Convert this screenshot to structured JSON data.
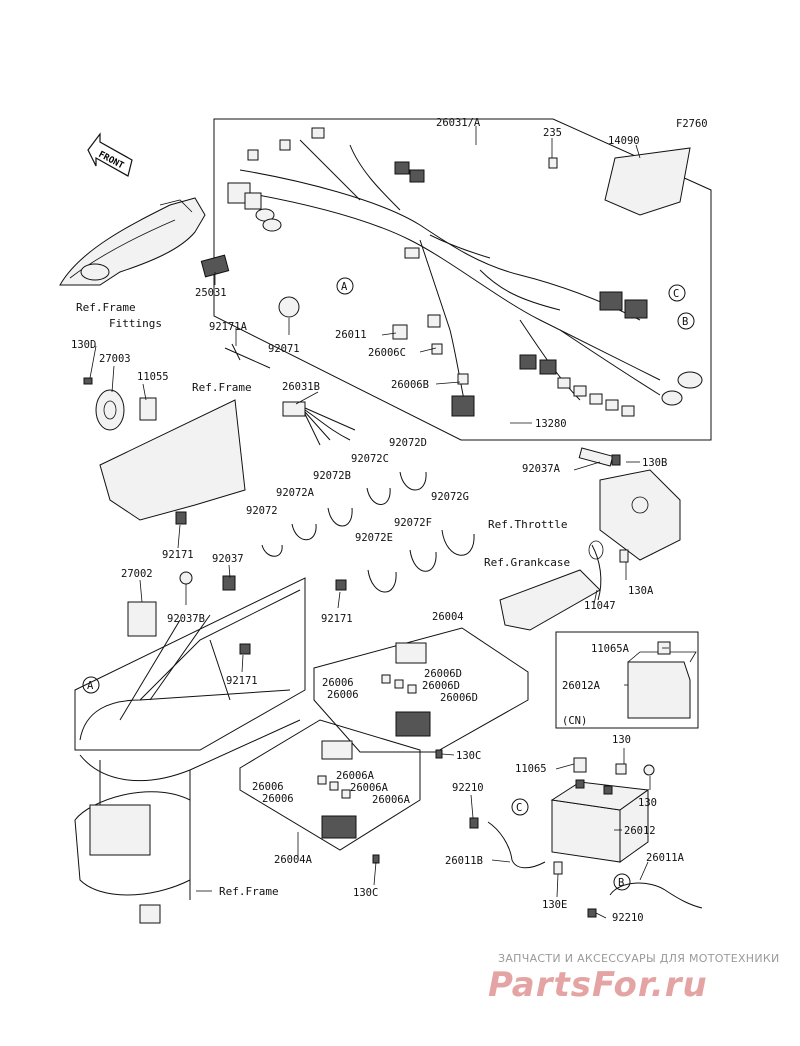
{
  "diagram_code": "F2760",
  "front_label": "FRONT",
  "parts": {
    "p26031A": "26031/A",
    "p235": "235",
    "p14090": "14090",
    "p25031": "25031",
    "p92171A": "92171A",
    "p92071": "92071",
    "p26011": "26011",
    "p26006C": "26006C",
    "p26006B": "26006B",
    "p13280": "13280",
    "p130D": "130D",
    "p27003": "27003",
    "p11055": "11055",
    "p26031B": "26031B",
    "p92072D": "92072D",
    "p92072C": "92072C",
    "p92072B": "92072B",
    "p92072A": "92072A",
    "p92072G": "92072G",
    "p92072": "92072",
    "p92072F": "92072F",
    "p92072E": "92072E",
    "p92037A": "92037A",
    "p130B": "130B",
    "p92171": "92171",
    "p92037": "92037",
    "p27002": "27002",
    "p92037B": "92037B",
    "p92171b": "92171",
    "p92171c": "92171",
    "p130A": "130A",
    "p11047": "11047",
    "p26004": "26004",
    "p26006a": "26006",
    "p26006b": "26006",
    "p26006Da": "26006D",
    "p26006Db": "26006D",
    "p26006Dc": "26006D",
    "p130C": "130C",
    "p11065A": "11065A",
    "p26012A": "26012A",
    "pCN": "(CN)",
    "p130": "130",
    "p11065": "11065",
    "p130b": "130",
    "p92210": "92210",
    "p26006c": "26006",
    "p26006d": "26006",
    "p26006Aa": "26006A",
    "p26006Ab": "26006A",
    "p26006Ac": "26006A",
    "p26012": "26012",
    "p26004A": "26004A",
    "p26011B": "26011B",
    "p130Cb": "130C",
    "p26011A": "26011A",
    "p130E": "130E",
    "p92210b": "92210"
  },
  "refs": {
    "frame_fittings_1": "Ref.Frame",
    "frame_fittings_2": "Fittings",
    "frame_1": "Ref.Frame",
    "throttle": "Ref.Throttle",
    "crankcase": "Ref.Grankcase",
    "frame_2": "Ref.Frame"
  },
  "callouts": {
    "a1": "A",
    "a2": "A",
    "b1": "B",
    "b2": "B",
    "c1": "C",
    "c2": "C"
  },
  "watermark": {
    "top": "ЗАПЧАСТИ И АКСЕССУАРЫ ДЛЯ МОТОТЕХНИКИ",
    "brand": "PartsFor.ru"
  }
}
